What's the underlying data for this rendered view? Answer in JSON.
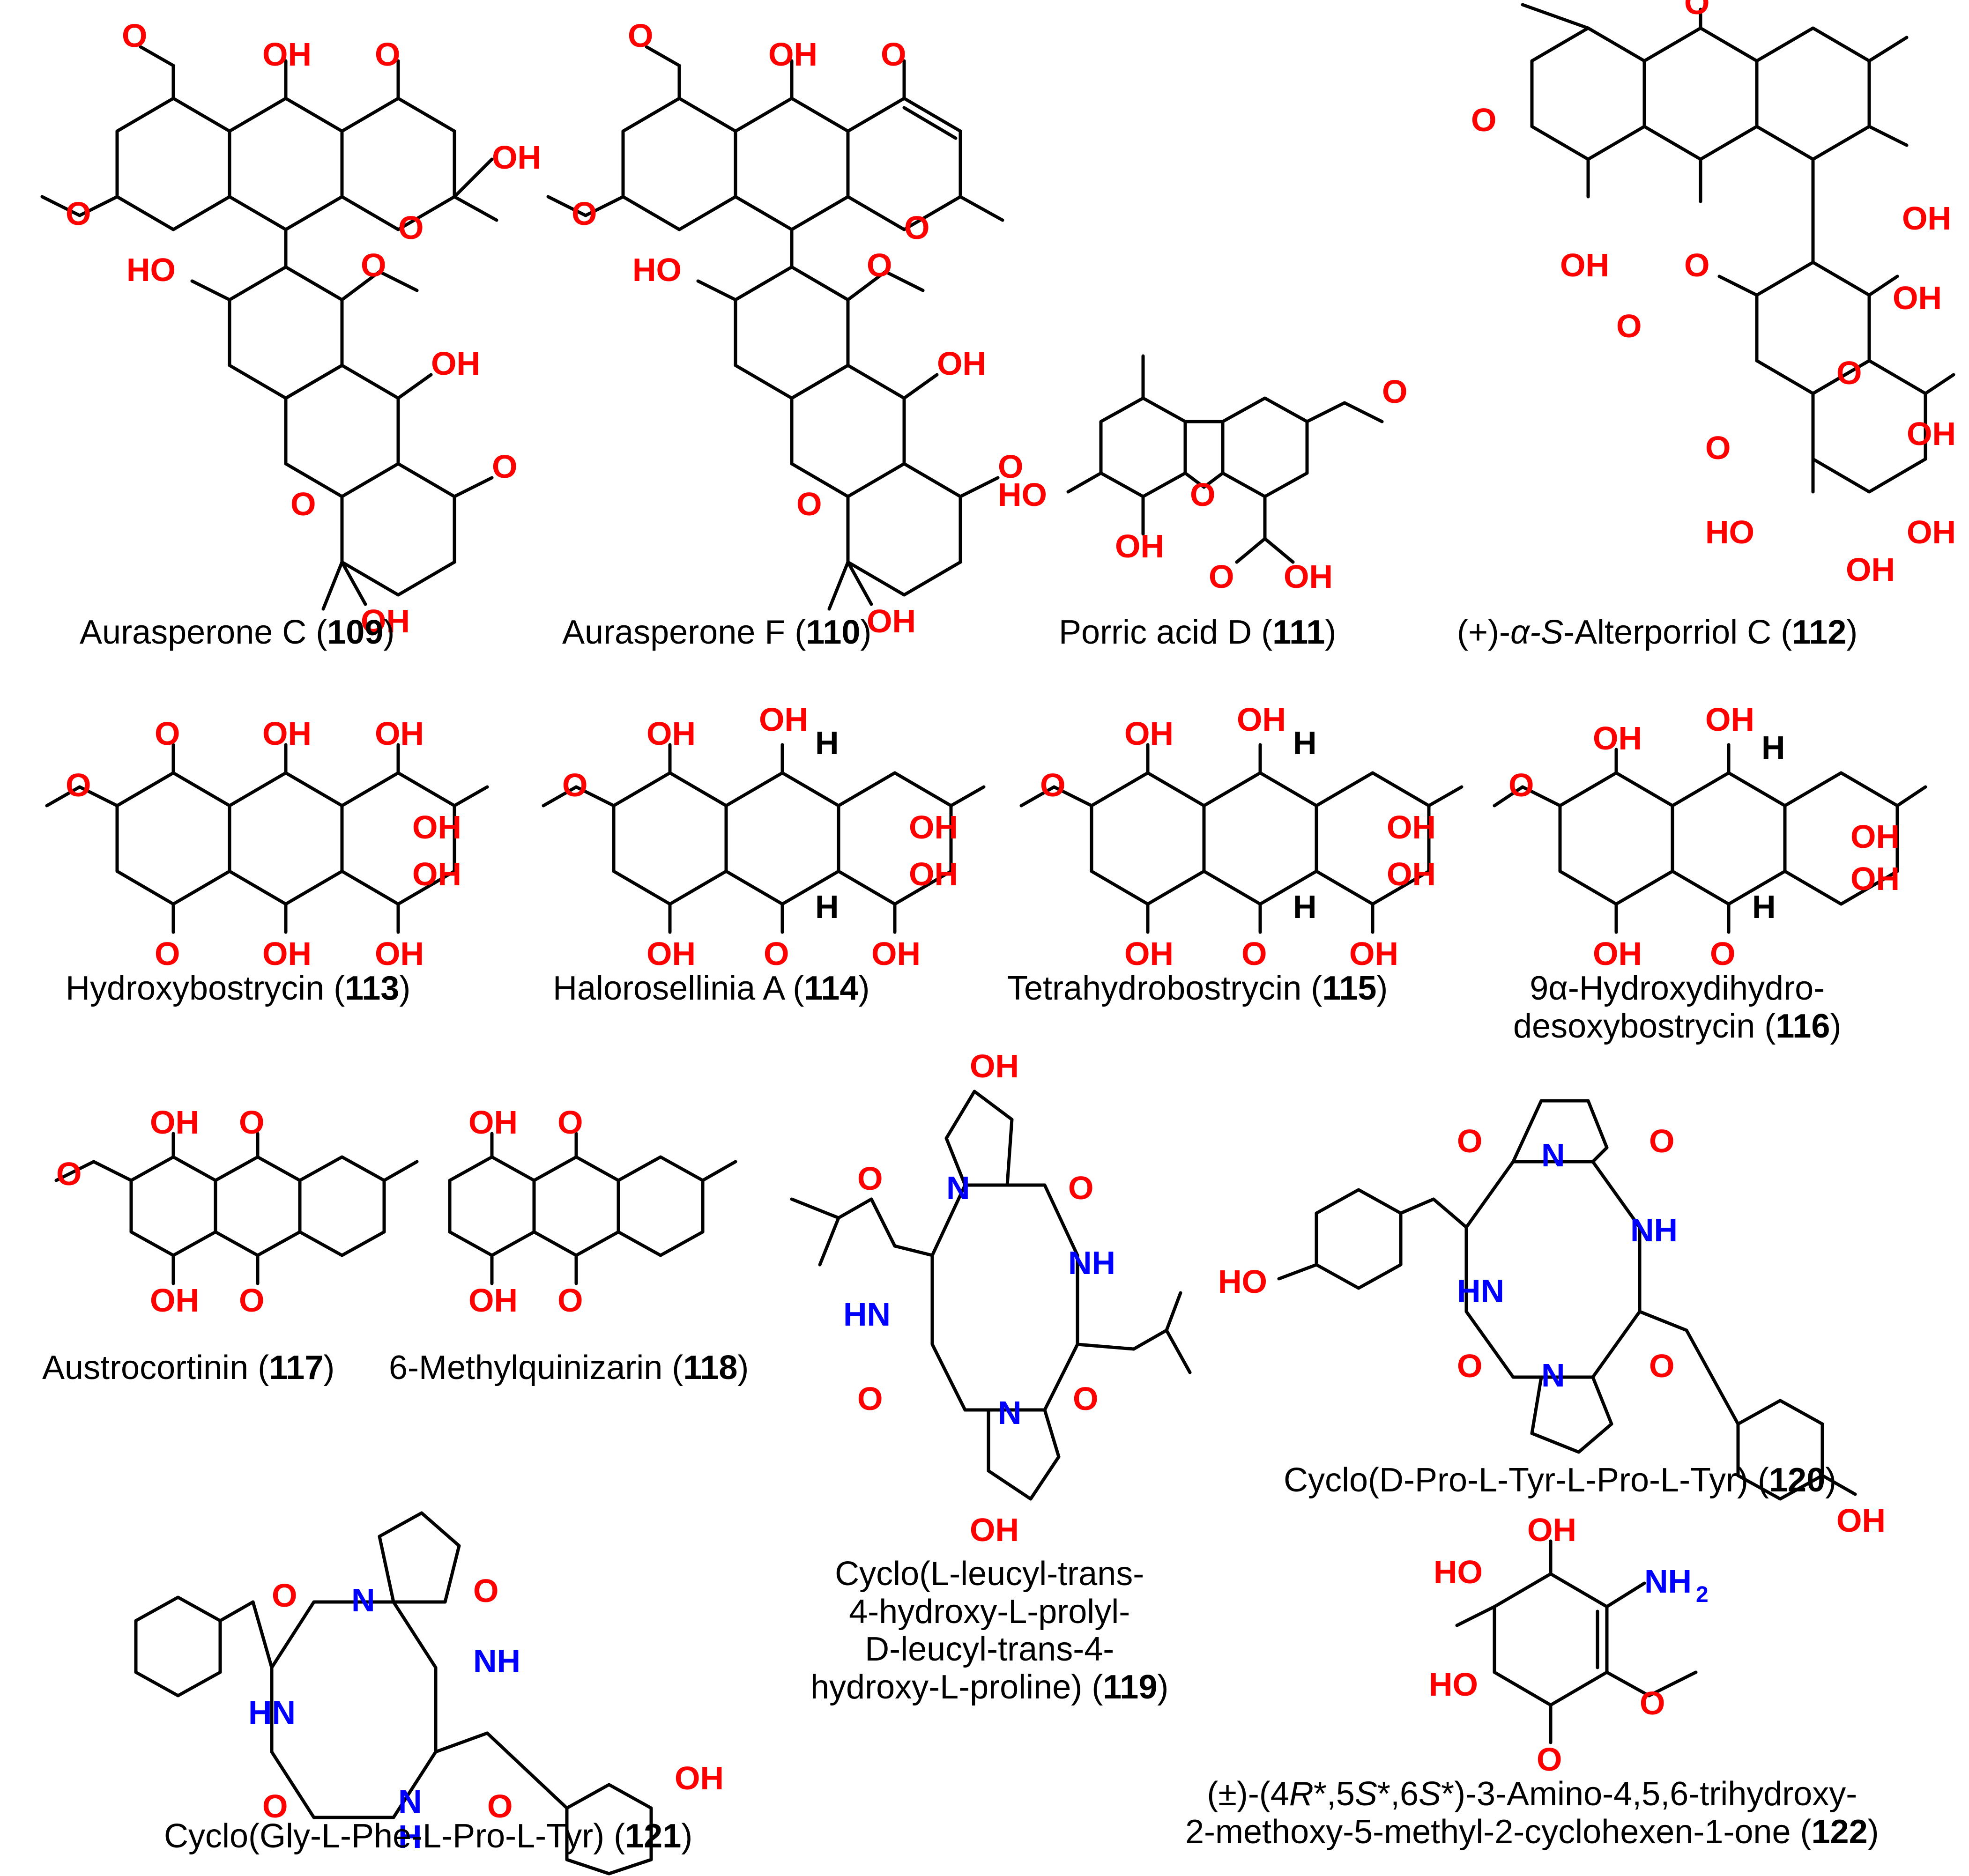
{
  "compounds": [
    {
      "number": "109",
      "name": "Aurasperone C"
    },
    {
      "number": "110",
      "name": "Aurasperone F"
    },
    {
      "number": "111",
      "name": "Porric acid D"
    },
    {
      "number": "112",
      "name_prefix": "(+)-",
      "name_italic_1": "α-S",
      "name_suffix": "-Alterporriol C"
    },
    {
      "number": "113",
      "name": "Hydroxybostrycin"
    },
    {
      "number": "114",
      "name": "Halorosellinia A"
    },
    {
      "number": "115",
      "name": "Tetrahydrobostrycin"
    },
    {
      "number": "116",
      "name_line1": "9α-Hydroxydihydro-",
      "name_line2": "desoxybostrycin"
    },
    {
      "number": "117",
      "name": "Austrocortinin"
    },
    {
      "number": "118",
      "name": "6-Methylquinizarin"
    },
    {
      "number": "119",
      "name_line1": "Cyclo(L-leucyl-trans-",
      "name_line2": "4-hydroxy-L-prolyl-",
      "name_line3": "D-leucyl-trans-4-",
      "name_line4": "hydroxy-L-proline)"
    },
    {
      "number": "120",
      "name": "Cyclo(D-Pro-L-Tyr-L-Pro-L-Tyr)"
    },
    {
      "number": "121",
      "name": "Cyclo(Gly-L-Phe-L-Pro-L-Tyr)"
    },
    {
      "number": "122",
      "name_line1_a": "(±)-(4",
      "name_line1_b": "R",
      "name_line1_c": "*,5",
      "name_line1_d": "S",
      "name_line1_e": "*,6",
      "name_line1_f": "S",
      "name_line1_g": "*)-3-Amino-4,5,6-trihydroxy-",
      "name_line2": "2-methoxy-5-methyl-2-cyclohexen-1-one"
    }
  ],
  "atom_labels": {
    "oh": "OH",
    "ho": "HO",
    "o": "O",
    "n": "N",
    "nh": "NH",
    "hn": "HN",
    "h": "H",
    "nh2_n": "NH",
    "nh2_sub": "2"
  },
  "colors": {
    "heteroatom_o": "#ff0000",
    "heteroatom_n": "#0000ff",
    "bond": "#000000"
  }
}
